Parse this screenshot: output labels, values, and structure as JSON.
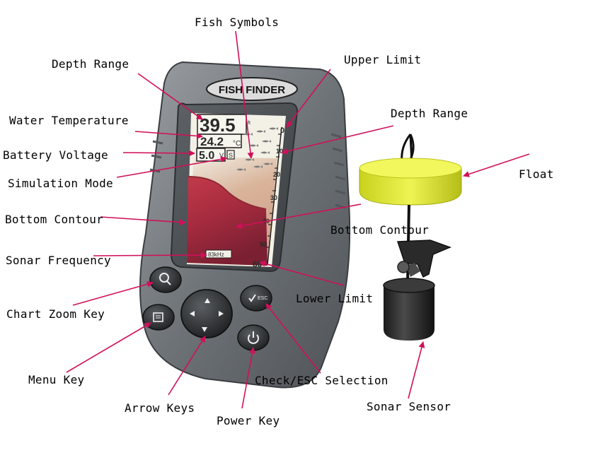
{
  "device": {
    "brand": "FISH FINDER",
    "screen": {
      "depth_range": "39.5",
      "depth_unit": "ft",
      "water_temp": "24.2",
      "temp_unit": "°C",
      "battery": "5.0",
      "battery_unit": "V",
      "simulation": "S",
      "sonar_freq": "83kHz",
      "scale": [
        "0",
        "10",
        "20",
        "30",
        "40",
        "50",
        "60"
      ]
    }
  },
  "labels": {
    "fish_symbols": "Fish Symbols",
    "upper_limit": "Upper Limit",
    "depth_range_left": "Depth Range",
    "depth_range_right": "Depth Range",
    "water_temperature": "Water Temperature",
    "battery_voltage": "Battery Voltage",
    "simulation_mode": "Simulation Mode",
    "float": "Float",
    "bottom_contour_left": "Bottom Contour",
    "bottom_contour_right": "Bottom Contour",
    "sonar_frequency": "Sonar Frequency",
    "lower_limit": "Lower Limit",
    "chart_zoom_key": "Chart Zoom Key",
    "menu_key": "Menu Key",
    "check_esc": "Check/ESC Selection",
    "arrow_keys": "Arrow Keys",
    "power_key": "Power Key",
    "sonar_sensor": "Sonar Sensor"
  },
  "colors": {
    "arrow": "#d0105a",
    "float": "#e4ee3c",
    "housing": "#6f7478"
  }
}
